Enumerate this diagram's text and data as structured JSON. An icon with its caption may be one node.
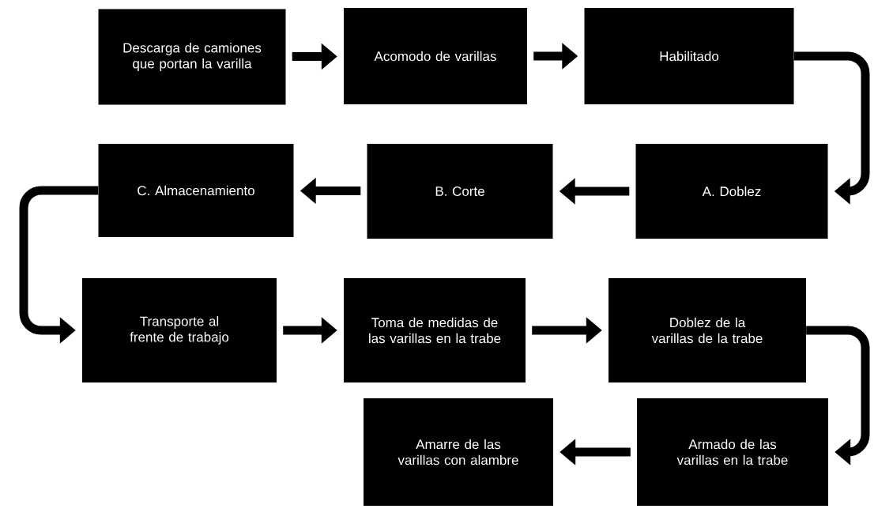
{
  "diagram": {
    "nodes": [
      {
        "text": [
          "Descarga de camiones que portan la varilla"
        ]
      },
      {
        "text": [
          "Acomodo de varillas"
        ]
      },
      {
        "text": [
          "Habilitado"
        ]
      },
      {
        "text": [
          "A. Doblez"
        ]
      },
      {
        "text": [
          "B. Corte"
        ]
      },
      {
        "text": [
          "C. Almacenamiento"
        ]
      },
      {
        "text": [
          "Transporte al frente de trabajo"
        ]
      },
      {
        "text": [
          "Toma de medidas de las varillas en la trabe"
        ]
      },
      {
        "text": [
          "Doblez de la varillas de la trabe"
        ]
      },
      {
        "text": [
          "Armado de las varillas en la trabe"
        ]
      },
      {
        "text": [
          "Amarre de las varillas con alambre"
        ]
      }
    ],
    "edges": [
      {
        "from": 0,
        "to": 1,
        "arrow": "to"
      },
      {
        "from": 1,
        "to": 2,
        "arrow": "to"
      },
      {
        "from": 2,
        "to": 3,
        "arrow": "to"
      },
      {
        "from": 3,
        "to": 4,
        "arrow": "to"
      },
      {
        "from": 4,
        "to": 5,
        "arrow": "to"
      },
      {
        "from": 5,
        "to": 6,
        "arrow": "to"
      },
      {
        "from": 6,
        "to": 7,
        "arrow": "to"
      },
      {
        "from": 7,
        "to": 8,
        "arrow": "to"
      },
      {
        "from": 8,
        "to": 9,
        "arrow": "to"
      },
      {
        "from": 9,
        "to": 10,
        "arrow": "to"
      }
    ]
  }
}
